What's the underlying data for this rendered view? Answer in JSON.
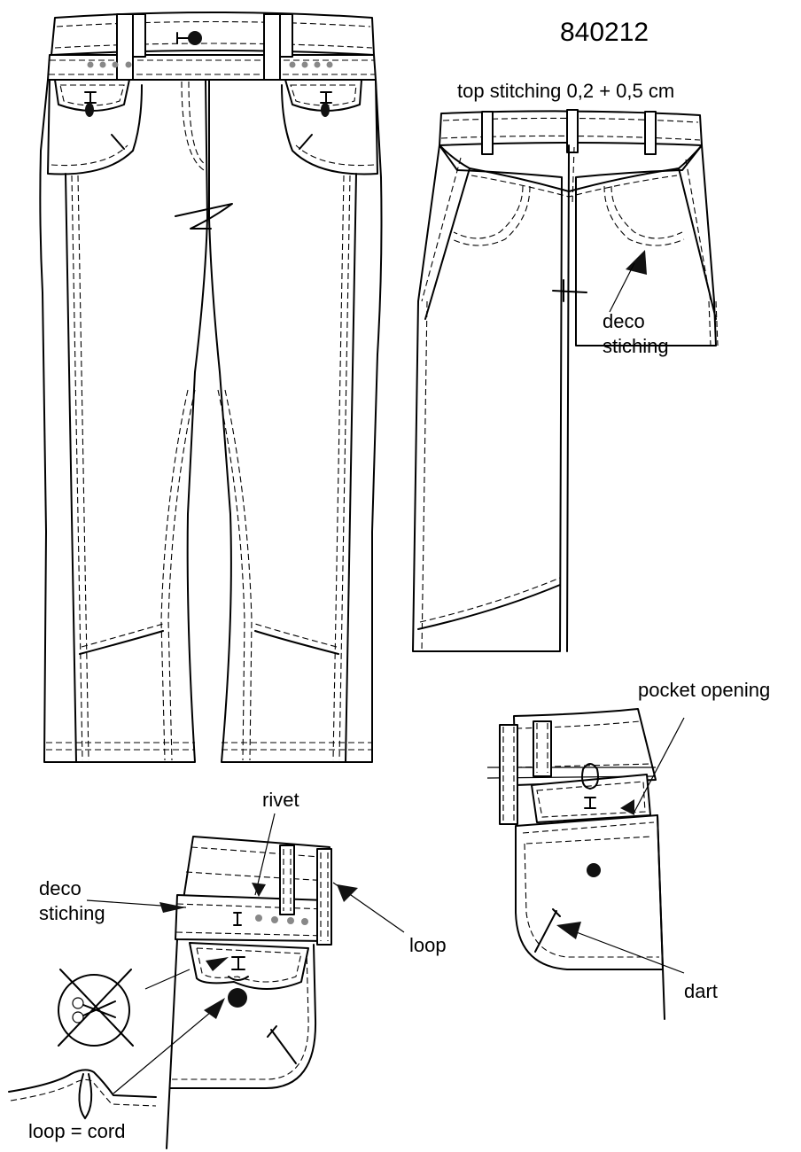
{
  "sheet": {
    "article_number": "840212"
  },
  "labels": {
    "top_stitching": "top stitching 0,2 + 0,5 cm",
    "deco_stitching_back_line1": "deco",
    "deco_stitching_back_line2": "stiching",
    "pocket_opening": "pocket opening",
    "rivet": "rivet",
    "deco_stitching_detail_line1": "deco",
    "deco_stitching_detail_line2": "stiching",
    "loop": "loop",
    "dart": "dart",
    "loop_cord": "loop = cord"
  },
  "icons": {
    "no_cutting": "crossed-out-scissors-icon"
  }
}
